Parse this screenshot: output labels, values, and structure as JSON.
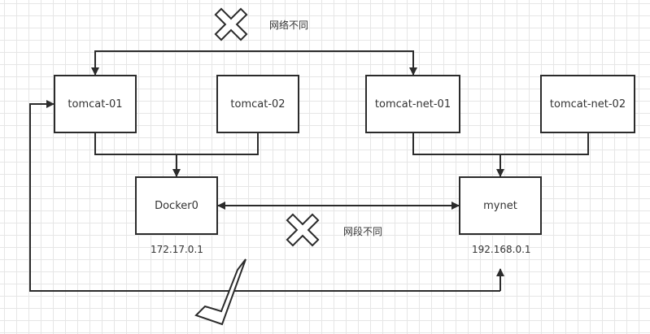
{
  "nodes": {
    "tomcat01": {
      "label": "tomcat-01"
    },
    "tomcat02": {
      "label": "tomcat-02"
    },
    "tomcatnet01": {
      "label": "tomcat-net-01"
    },
    "tomcatnet02": {
      "label": "tomcat-net-02"
    },
    "docker0": {
      "label": "Docker0",
      "ip": "172.17.0.1"
    },
    "mynet": {
      "label": "mynet",
      "ip": "192.168.0.1"
    }
  },
  "annotations": {
    "network_different": {
      "text": "网络不同",
      "icon": "cross-icon"
    },
    "segment_different": {
      "text": "网段不同",
      "icon": "cross-icon"
    },
    "connected": {
      "icon": "checkmark-icon"
    }
  },
  "colors": {
    "stroke": "#2b2b2b",
    "grid": "#e6e6e6",
    "text": "#333333"
  }
}
